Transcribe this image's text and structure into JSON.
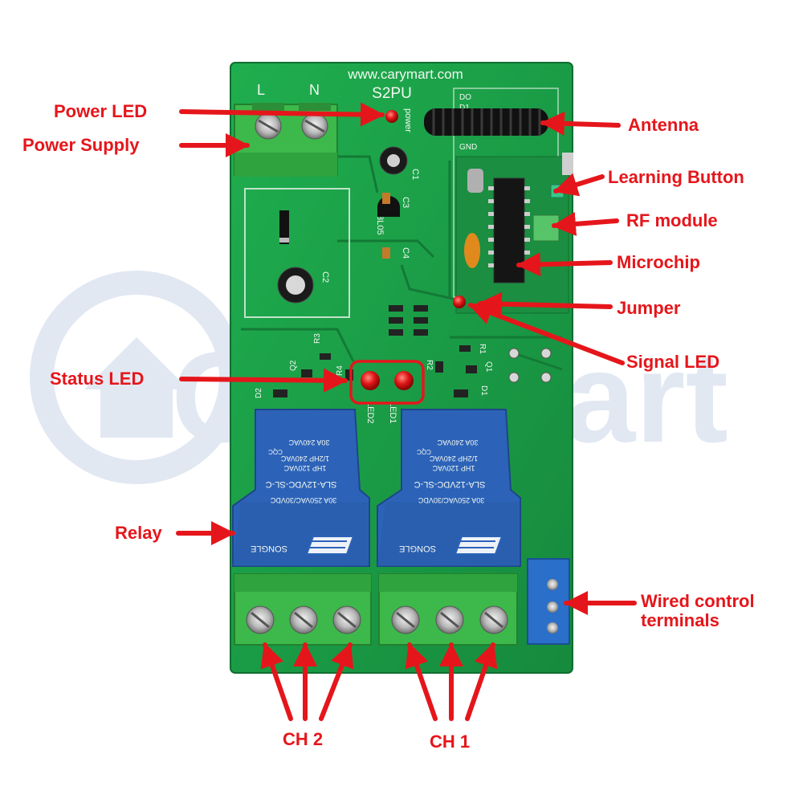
{
  "board": {
    "website": "www.carymart.com",
    "model": "S2PU",
    "silk_power": "power",
    "silk_c1": "C1",
    "silk_c2": "C2",
    "silk_c3": "C3",
    "silk_c4": "C4",
    "silk_regulator": "78L05",
    "silk_r3": "R3",
    "silk_r4": "R4",
    "silk_r2": "R2",
    "silk_r1": "R1",
    "silk_q1": "Q1",
    "silk_q2": "Q2",
    "silk_d1": "D1",
    "silk_d2": "D2",
    "silk_led1": "LED1",
    "silk_led2": "LED2",
    "silk_do": "DO",
    "silk_d1pin": "D1",
    "silk_gnd": "GND",
    "silk_l": "L",
    "silk_n": "N"
  },
  "relay": {
    "brand": "SONGLE",
    "model": "SLA-12VDC-SL-C",
    "rating_1": "30A 250VAC/30VDC",
    "rating_2": "1HP 120VAC",
    "rating_3": "1/2HP 240VAC",
    "rating_4": "30A 240VAC",
    "cqc": "CQC"
  },
  "watermark": {
    "text": "CaryMart"
  },
  "labels": {
    "power_led": "Power LED",
    "power_supply": "Power Supply",
    "antenna": "Antenna",
    "learning_button": "Learning Button",
    "rf_module": "RF module",
    "microchip": "Microchip",
    "jumper": "Jumper",
    "signal_led": "Signal LED",
    "status_led": "Status LED",
    "relay": "Relay",
    "wired_control_line1": "Wired control",
    "wired_control_line2": "terminals",
    "ch2": "CH 2",
    "ch1": "CH 1"
  },
  "colors": {
    "label_red": "#e5161b",
    "pcb_green": "#1a9a45",
    "terminal_green": "#3db84a",
    "relay_blue": "#2c63b8",
    "watermark_blue": "#c9d6e8"
  }
}
